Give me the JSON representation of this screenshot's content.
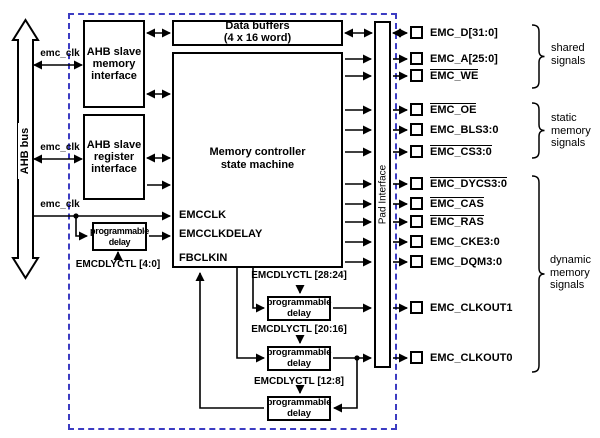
{
  "diagram": {
    "ahb": {
      "bus_label": "AHB bus",
      "clock_labels": [
        "emc_clk",
        "emc_clk",
        "emc_clk"
      ]
    },
    "blocks": {
      "memory_interface": {
        "lines": [
          "AHB slave",
          "memory",
          "interface"
        ]
      },
      "register_interface": {
        "lines": [
          "AHB slave",
          "register",
          "interface"
        ]
      },
      "data_buffers": {
        "lines": [
          "Data buffers",
          "(4 x 16 word)"
        ]
      },
      "state_machine": {
        "lines": [
          "Memory controller",
          "state machine"
        ],
        "ports": [
          "EMCCLK",
          "EMCCLKDELAY",
          "FBCLKIN"
        ]
      },
      "pad_interface": {
        "label": "Pad Interface"
      }
    },
    "delays": {
      "block_lines": [
        "programmable",
        "delay"
      ],
      "ctl_labels": [
        "EMCDLYCTL [4:0]",
        "EMCDLYCTL [28:24]",
        "EMCDLYCTL [20:16]",
        "EMCDLYCTL [12:8]"
      ]
    },
    "pad_signals": [
      {
        "label": "EMC_D[31:0]",
        "overline": false,
        "bidirectional": true
      },
      {
        "label": "EMC_A[25:0]",
        "overline": false
      },
      {
        "label": "EMC_WE",
        "overline": true
      },
      {
        "label": "EMC_OE",
        "overline": true
      },
      {
        "label": "EMC_BLS3:0",
        "overline": false
      },
      {
        "label": "EMC_CS3:0",
        "overline": true
      },
      {
        "label": "EMC_DYCS3:0",
        "overline": true
      },
      {
        "label": "EMC_CAS",
        "overline": true
      },
      {
        "label": "EMC_RAS",
        "overline": true
      },
      {
        "label": "EMC_CKE3:0",
        "overline": false
      },
      {
        "label": "EMC_DQM3:0",
        "overline": false
      },
      {
        "label": "EMC_CLKOUT1",
        "overline": false
      },
      {
        "label": "EMC_CLKOUT0",
        "overline": false
      }
    ],
    "signal_groups": [
      {
        "lines": [
          "shared",
          "signals"
        ]
      },
      {
        "lines": [
          "static",
          "memory",
          "signals"
        ]
      },
      {
        "lines": [
          "dynamic",
          "memory",
          "signals"
        ]
      }
    ],
    "colors": {
      "background": "#ffffff",
      "line": "#000000",
      "dashed_frame": "#3c3cc2"
    }
  }
}
